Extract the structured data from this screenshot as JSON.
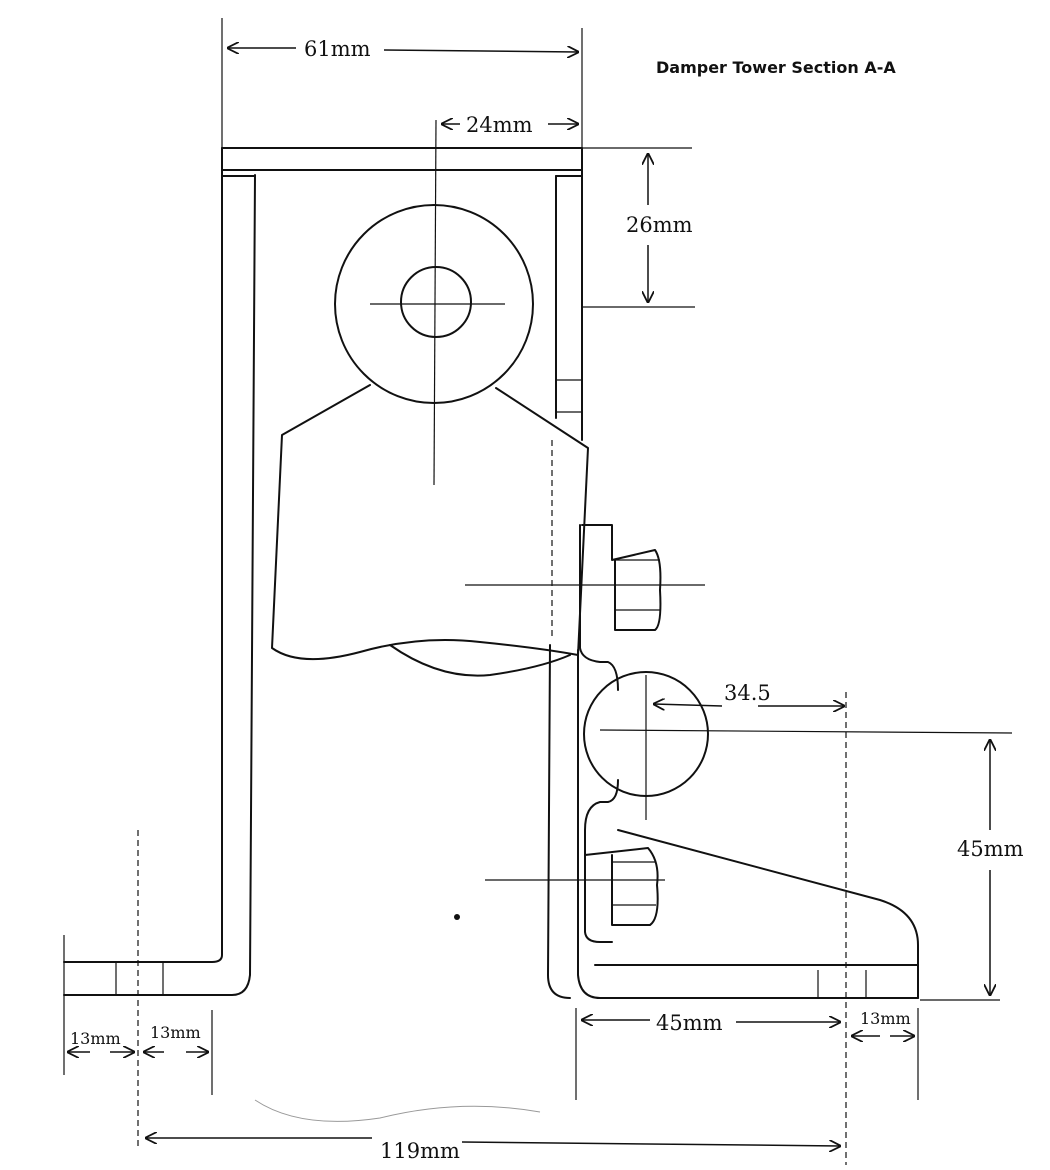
{
  "title": "Damper Tower Section A-A",
  "dimensions": {
    "width_top": "61mm",
    "bolt_offset": "24mm",
    "bolt_height": "26mm",
    "lower_offset": "34.5",
    "lower_height": "45mm",
    "base_right": "45mm",
    "foot_right": "13mm",
    "foot_left_1": "13mm",
    "foot_left_2": "13mm",
    "overall": "119mm"
  }
}
